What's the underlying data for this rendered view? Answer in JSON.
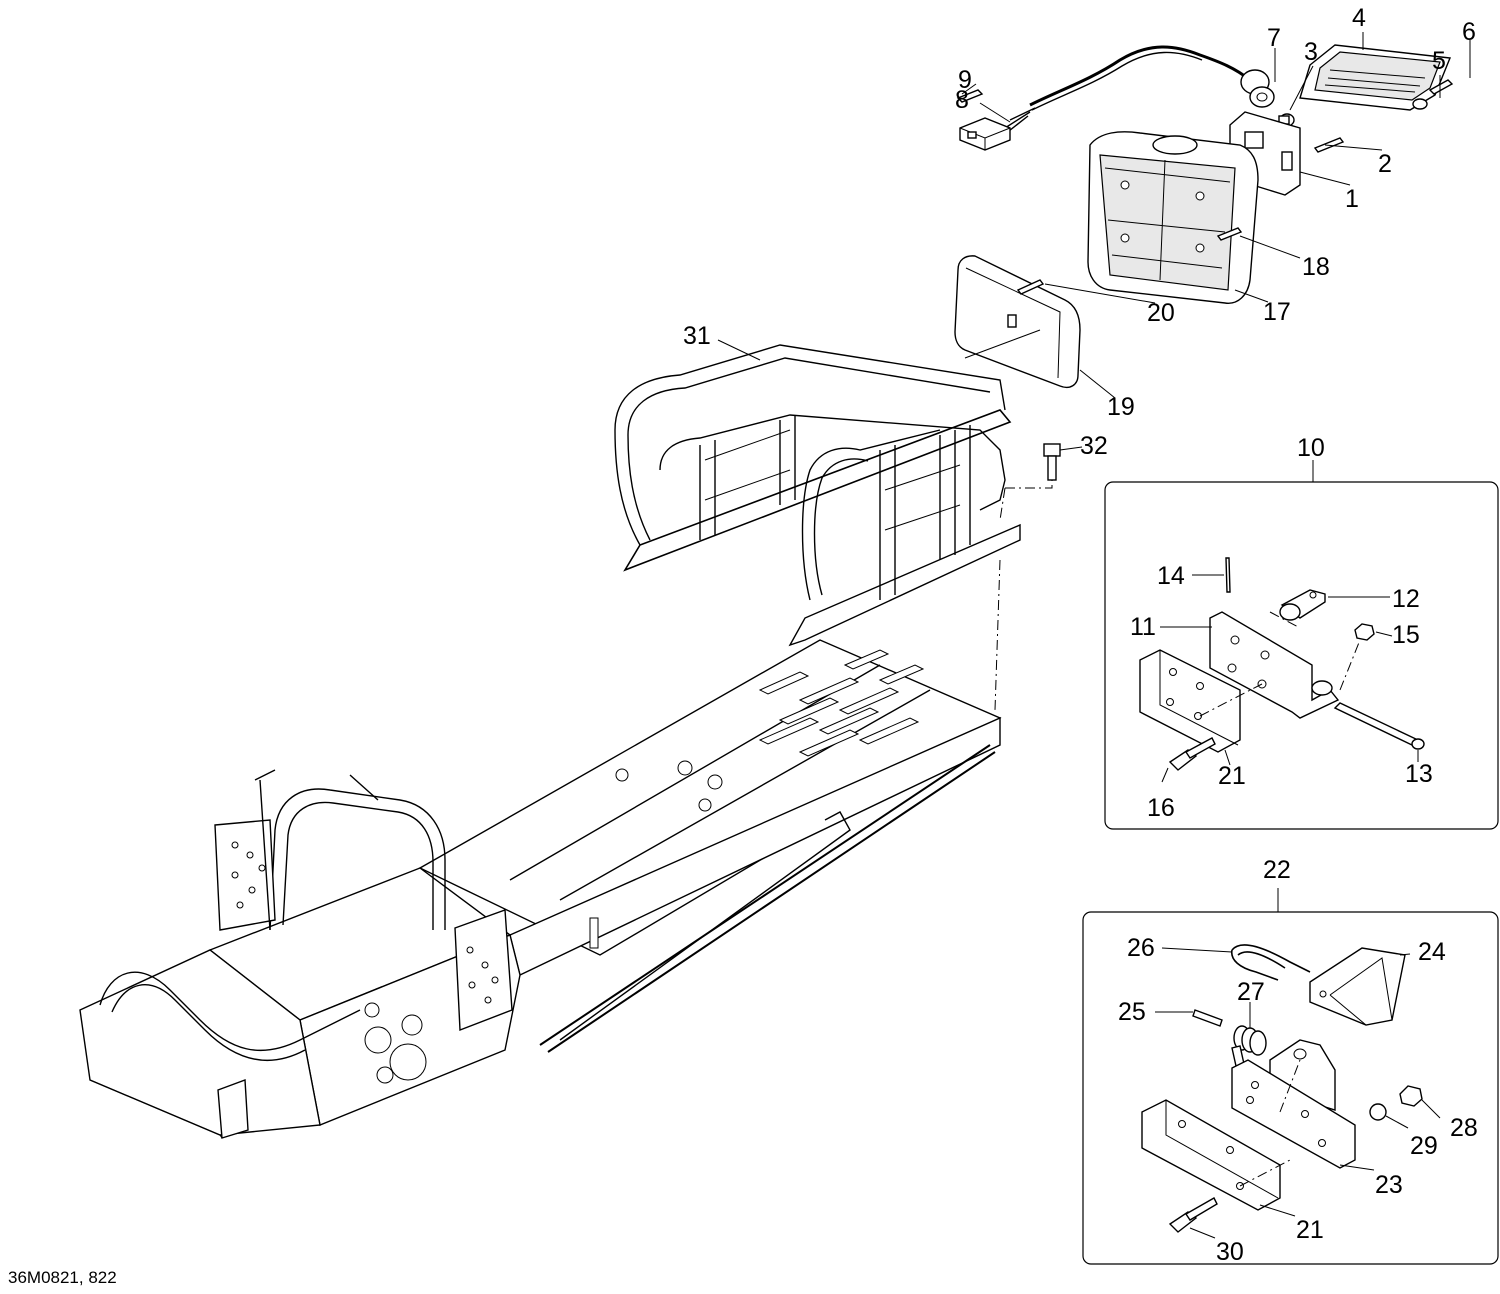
{
  "callouts": [
    {
      "id": "c1",
      "text": "1"
    },
    {
      "id": "c2",
      "text": "2"
    },
    {
      "id": "c3",
      "text": "3"
    },
    {
      "id": "c4",
      "text": "4"
    },
    {
      "id": "c5",
      "text": "5"
    },
    {
      "id": "c6",
      "text": "6"
    },
    {
      "id": "c7",
      "text": "7"
    },
    {
      "id": "c8",
      "text": "8"
    },
    {
      "id": "c9",
      "text": "9"
    },
    {
      "id": "c10",
      "text": "10"
    },
    {
      "id": "c11",
      "text": "11"
    },
    {
      "id": "c12",
      "text": "12"
    },
    {
      "id": "c13",
      "text": "13"
    },
    {
      "id": "c14",
      "text": "14"
    },
    {
      "id": "c15",
      "text": "15"
    },
    {
      "id": "c16",
      "text": "16"
    },
    {
      "id": "c17",
      "text": "17"
    },
    {
      "id": "c18",
      "text": "18"
    },
    {
      "id": "c19",
      "text": "19"
    },
    {
      "id": "c20",
      "text": "20"
    },
    {
      "id": "c21a",
      "text": "21"
    },
    {
      "id": "c21b",
      "text": "21"
    },
    {
      "id": "c22",
      "text": "22"
    },
    {
      "id": "c23",
      "text": "23"
    },
    {
      "id": "c24",
      "text": "24"
    },
    {
      "id": "c25",
      "text": "25"
    },
    {
      "id": "c26",
      "text": "26"
    },
    {
      "id": "c27",
      "text": "27"
    },
    {
      "id": "c28",
      "text": "28"
    },
    {
      "id": "c29",
      "text": "29"
    },
    {
      "id": "c30",
      "text": "30"
    },
    {
      "id": "c31",
      "text": "31"
    },
    {
      "id": "c32",
      "text": "32"
    }
  ],
  "reference": "36M0821, 822"
}
